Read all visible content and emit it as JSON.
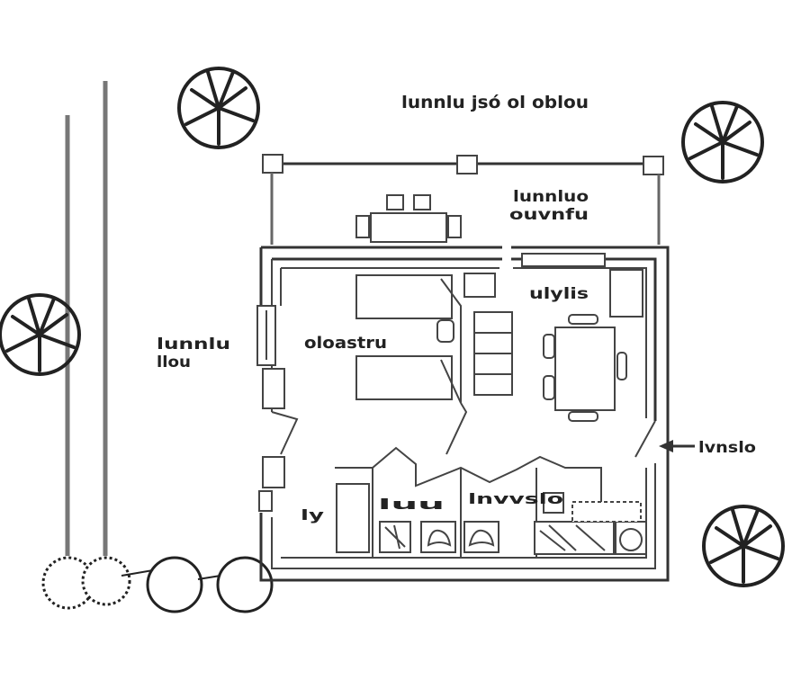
{
  "labels": {
    "top_title": "lunnlu jsó ol oblou",
    "terrace": [
      "lunnluo",
      "ouvnfu"
    ],
    "left_area": [
      "lunnlu",
      "llou"
    ],
    "living_room": "oloastru",
    "kitchen": "ulylis",
    "entrance": "lvnslo",
    "bath_small": "ly",
    "bath_1": "luu",
    "bath_2": "lnvvslo"
  },
  "icons": [
    "tree-icon",
    "hedge-icon",
    "entrance-arrow-icon"
  ]
}
